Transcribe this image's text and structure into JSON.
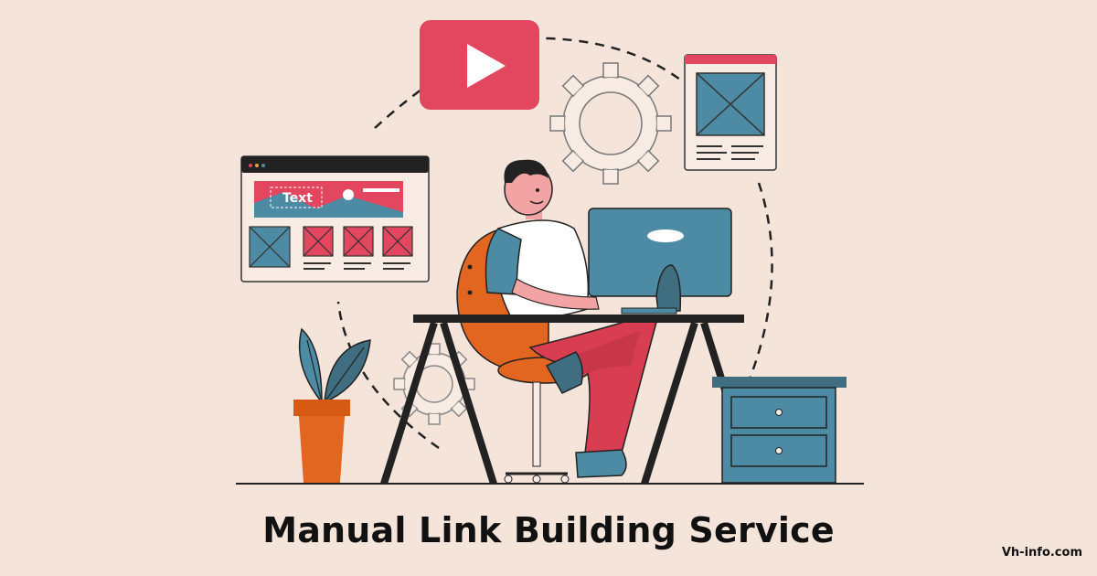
{
  "title": "Manual Link Building Service",
  "site": "Vh-info.com",
  "mockup_text": "Text",
  "colors": {
    "background": "#f5e4d9",
    "accent_red": "#e3465f",
    "teal": "#4d8aa3",
    "orange": "#e2661f",
    "dark": "#1f1f1f"
  },
  "icons": [
    "play-icon",
    "gear-icon",
    "browser-window-icon",
    "web-layout-icon",
    "plant-icon"
  ]
}
